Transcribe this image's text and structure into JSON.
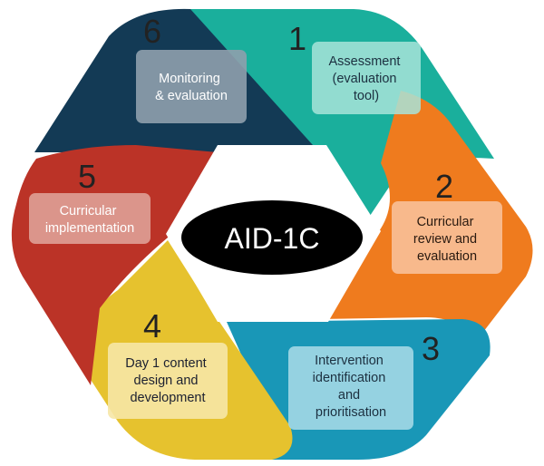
{
  "center_label": "AID-1C",
  "colors": {
    "teal": "#1aaf9c",
    "orange": "#ef7b1e",
    "blue": "#1997b7",
    "yellow": "#e6c22e",
    "red": "#bb3327",
    "navy": "#133a55"
  },
  "steps": [
    {
      "number": "1",
      "lines": [
        "Assessment",
        "(evaluation",
        "tool)"
      ]
    },
    {
      "number": "2",
      "lines": [
        "Curricular",
        "review and",
        "evaluation"
      ]
    },
    {
      "number": "3",
      "lines": [
        "Intervention",
        "identification",
        "and",
        "prioritisation"
      ]
    },
    {
      "number": "4",
      "lines": [
        "Day 1 content",
        "design and",
        "development"
      ]
    },
    {
      "number": "5",
      "lines": [
        "Curricular",
        "implementation"
      ]
    },
    {
      "number": "6",
      "lines": [
        "Monitoring",
        "& evaluation"
      ]
    }
  ]
}
